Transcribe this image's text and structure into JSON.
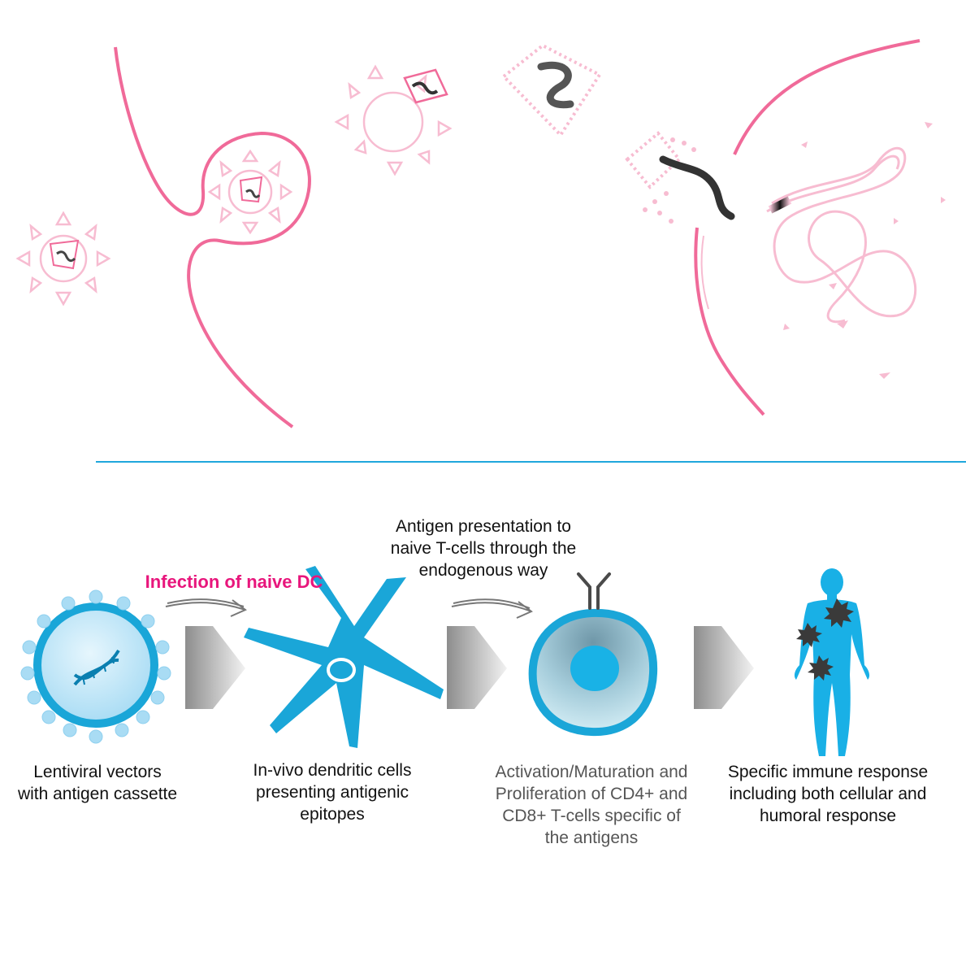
{
  "colors": {
    "pink": "#f06a99",
    "light_pink": "#f7bcd1",
    "cyan": "#1aa6d8",
    "light_cyan": "#bde6f7",
    "dark_cyan": "#0a7fb0",
    "arrow_grey": "#9a9a9a",
    "divider": "#1fa7dc"
  },
  "top_illustration": {
    "icons": [
      "virus-particle-icon",
      "cell-membrane-icon",
      "endosome-icon",
      "viral-capsid-icon",
      "nucleus-icon",
      "chromosome-icon"
    ]
  },
  "steps": [
    {
      "label": "Lentiviral vectors with antigen cassette",
      "icon": "lentiviral-vector-icon"
    },
    {
      "label": "In-vivo dendritic cells presenting antigenic epitopes",
      "icon": "dendritic-cell-icon"
    },
    {
      "label": "Activation/Maturation and Proliferation of CD4+ and CD8+ T-cells specific of the antigens",
      "icon": "t-cell-icon"
    },
    {
      "label": "Specific immune response including both cellular and humoral response",
      "icon": "human-body-icon"
    }
  ],
  "annotations": {
    "infection": "Infection of naive DC",
    "presentation": "Antigen presentation to naive T-cells through the endogenous way"
  }
}
